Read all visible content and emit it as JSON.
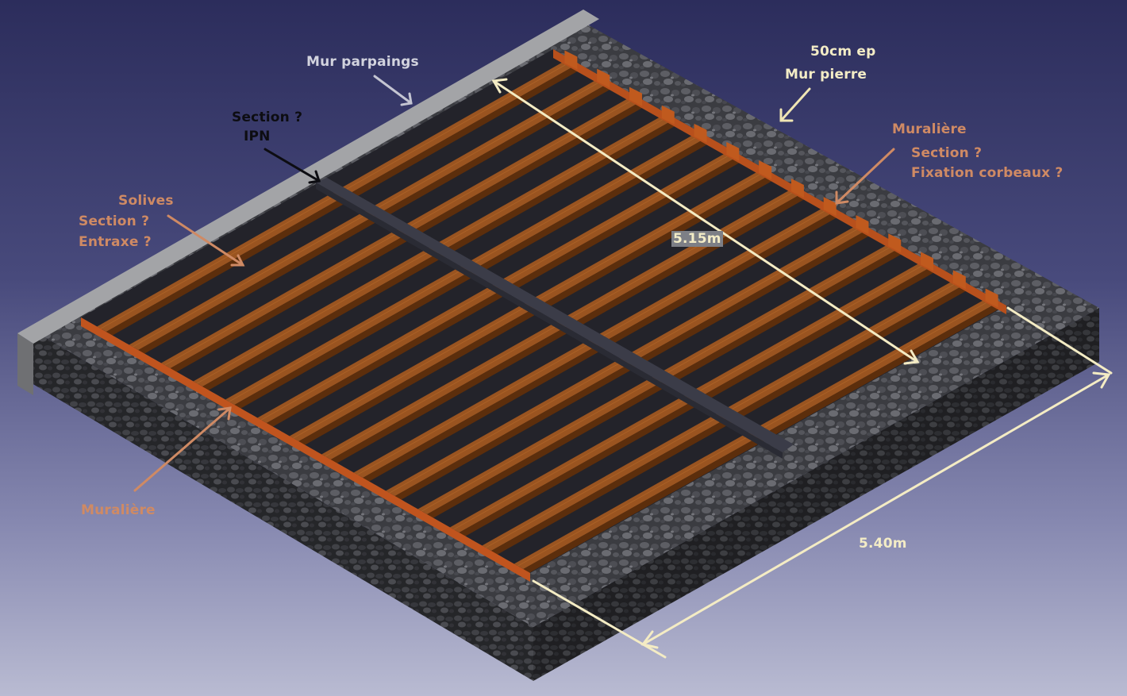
{
  "colors": {
    "wood": "#8a4a1a",
    "wood_dark": "#4a2409",
    "murailliere": "#c0541e",
    "stone": "#3c3d42",
    "concrete": "#8f9093",
    "ipn": "#3b3c48",
    "dimension": "#f4ecc4",
    "arrow_orange": "#cf8a64",
    "arrow_grey": "#c4c5d2"
  },
  "labels": {
    "mur_parpaings": "Mur parpaings",
    "epaisseur": "50cm ep",
    "mur_pierre": "Mur pierre",
    "ipn_section": "Section ?",
    "ipn": "IPN",
    "muraliere_top": "Muralière",
    "muraliere_section": "Section ?",
    "fixation": "Fixation corbeaux ?",
    "solives": "Solives",
    "solives_section": "Section ?",
    "entraxe": "Entraxe ?",
    "muraliere_bottom": "Muralière",
    "dim_515": "5.15m",
    "dim_540": "5.40m"
  }
}
